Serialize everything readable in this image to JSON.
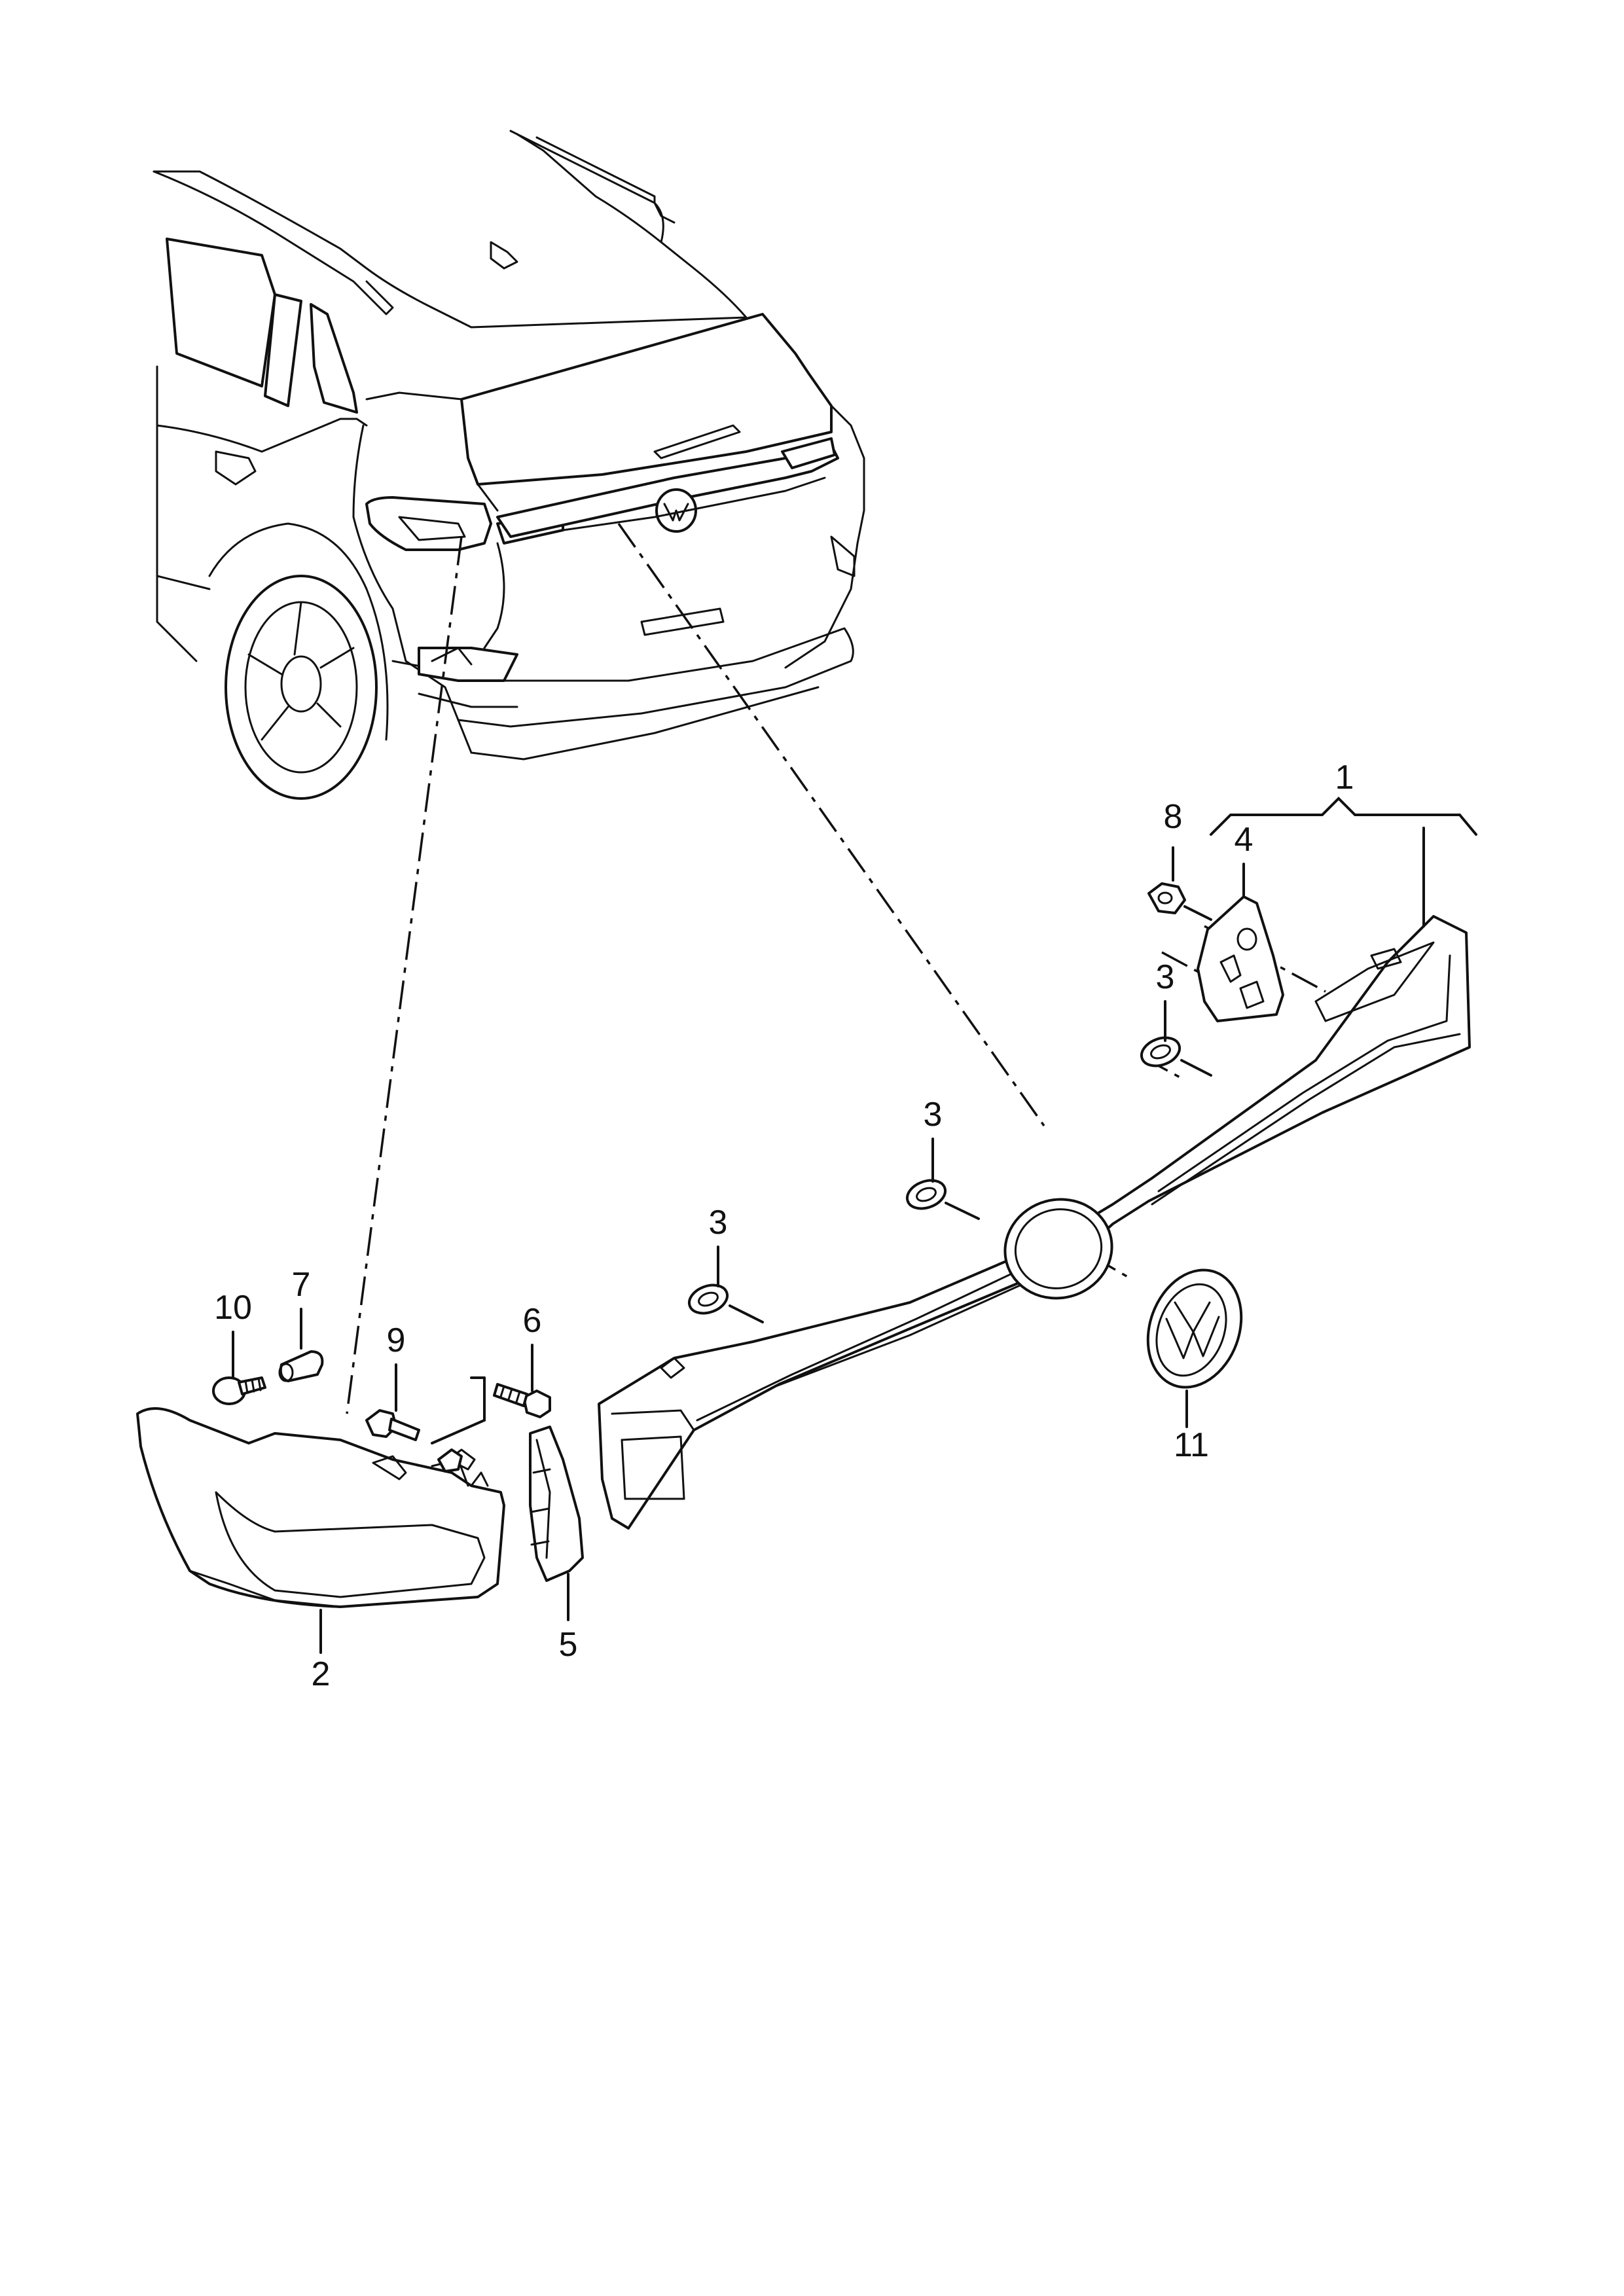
{
  "labels": {
    "part_1": "1",
    "part_2": "2",
    "part_3a": "3",
    "part_3b": "3",
    "part_3c": "3",
    "part_4": "4",
    "part_5": "5",
    "part_6": "6",
    "part_7": "7",
    "part_8": "8",
    "part_9": "9",
    "part_10": "10",
    "part_11": "11"
  },
  "colors": {
    "line": "#111111",
    "background": "#ffffff"
  },
  "icons": {
    "emblem": "vw-logo-icon"
  }
}
